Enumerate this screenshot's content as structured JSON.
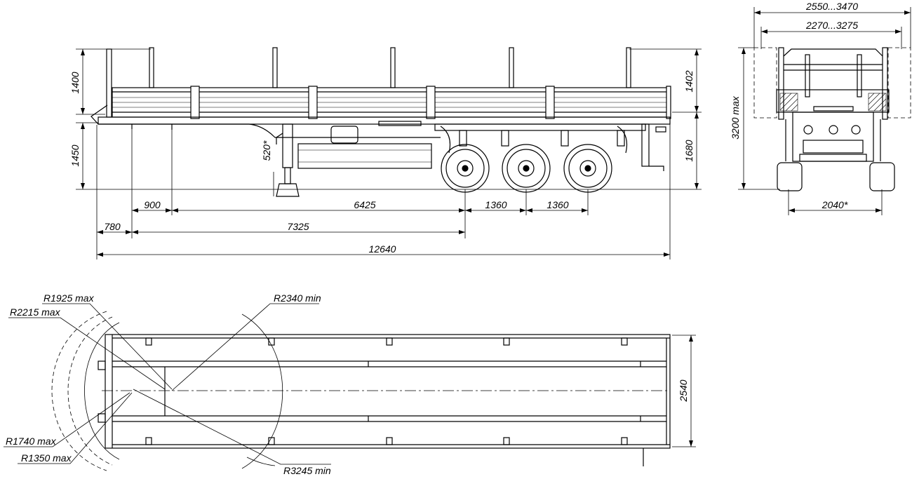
{
  "side_view": {
    "height_stake": "1400",
    "height_deck": "1450",
    "landing_gear": "520*",
    "height_stake_rear": "1402",
    "height_deck_rear": "1680",
    "kingpin_to_landing_gear": "900",
    "landing_gear_to_axle": "6425",
    "axle_spacing_1": "1360",
    "axle_spacing_2": "1360",
    "front_overhang": "780",
    "kingpin_to_first_axle": "7325",
    "overall_length": "12640"
  },
  "rear_view": {
    "width_extended": "2550...3470",
    "width_stakes": "2270...3275",
    "overall_height": "3200 max",
    "track_width": "2040*"
  },
  "top_view": {
    "radius_1": "R1925 max",
    "radius_2": "R2215 max",
    "radius_3": "R2340 min",
    "radius_4": "R1740 max",
    "radius_5": "R1350 max",
    "radius_6": "R3245 min",
    "deck_width": "2540"
  }
}
